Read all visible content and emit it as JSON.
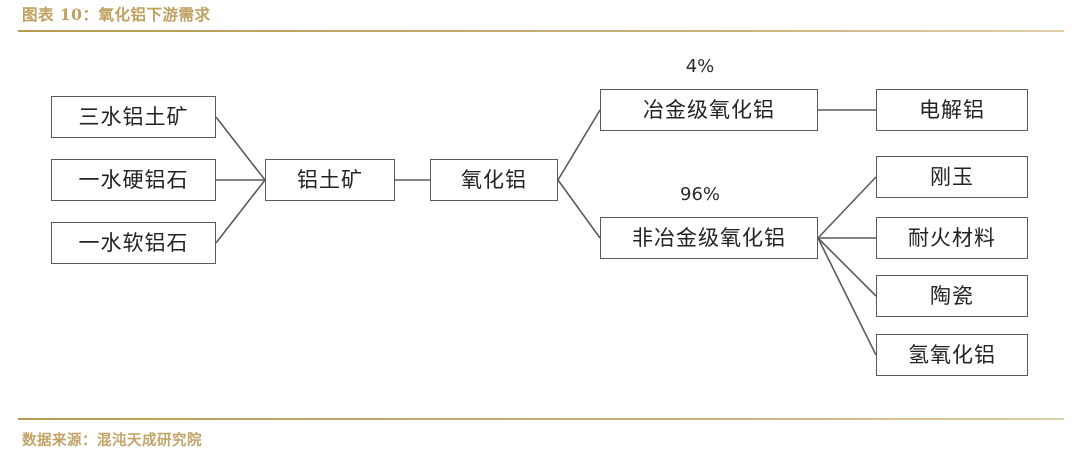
{
  "header": {
    "title": "图表 10：氧化铝下游需求",
    "accent_color": "#bfa05e"
  },
  "footer": {
    "source": "数据来源：混沌天成研究院",
    "accent_color": "#c2a469"
  },
  "diagram": {
    "type": "flow-diagram",
    "box_border_color": "#59595b",
    "connector_color": "#5a5b5e",
    "nodes": {
      "ore_gibbsite": "三水铝土矿",
      "ore_diaspore": "一水硬铝石",
      "ore_boehmite": "一水软铝石",
      "bauxite": "铝土矿",
      "alumina": "氧化铝",
      "metallurgical_alumina": "冶金级氧化铝",
      "non_metallurgical_alumina": "非冶金级氧化铝",
      "electrolytic_aluminium": "电解铝",
      "corundum": "刚玉",
      "refractory": "耐火材料",
      "ceramics": "陶瓷",
      "aluminium_hydroxide": "氢氧化铝"
    },
    "labels": {
      "metallurgical_share": "4%",
      "non_metallurgical_share": "96%"
    }
  }
}
